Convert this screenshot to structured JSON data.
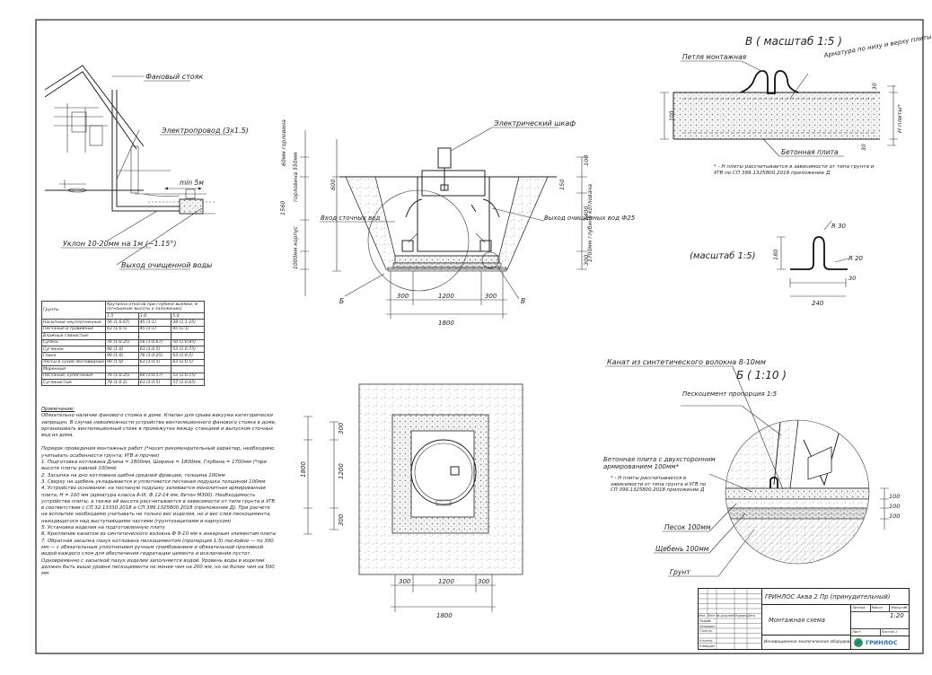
{
  "plan_view": {
    "riser_label": "Фановый стояк",
    "power_label": "Электропровод (3x1.5)",
    "min_label": "min 5м",
    "slope_label": "Уклон 10-20мм на 1м (~1.15°)",
    "outlet_label": "Выход очищенной воды"
  },
  "section": {
    "cabinet_label": "Электрический шкаф",
    "inlet_label": "Вход сточных вод",
    "outlet_label": "Выход очищенных вод Ф25",
    "neck_label": "60мм горловина",
    "neck2_label": "горловина 550мм",
    "body_label": "1000мм корпус",
    "depth_label": "1700мм глубина котлована",
    "dims": {
      "d100": "100",
      "d600": "600",
      "d1560": "1560",
      "d150": "150",
      "d1400": "1400",
      "d300": "300",
      "w300a": "300",
      "w1200": "1200",
      "w300b": "300",
      "w1800": "1800"
    },
    "callout_b": "Б",
    "callout_v": "В"
  },
  "detail_v": {
    "title": "В ( масштаб 1:5 )",
    "loop_label": "Петля монтажная",
    "rebar_label": "Арматура по низу и верху плиты",
    "slab_label": "Бетонная плита",
    "h_label": "Н плиты*",
    "d30a": "30",
    "d100": "100",
    "d30b": "30",
    "note": "* - Н плиты рассчитывается в зависимости от типа грунта и УГВ по СП 399.1325800.2018 приложение Д"
  },
  "loop_detail": {
    "title": "(масштаб 1:5)",
    "r30": "R 30",
    "r20": "R 20",
    "d180": "180",
    "d30": "30",
    "d240": "240"
  },
  "detail_b": {
    "rope_label": "Канат из синтетического волокна 8-10мм",
    "title": "Б ( 1:10 )",
    "sand_cement_label": "Пескоцемент пропорция 1:5",
    "slab_label": "Бетонная плита с двухсторонним армированием 100мм*",
    "note": "* - Н плиты рассчитывается в зависимости от типа грунта и УГВ по СП 399.1325800.2018 приложение Д",
    "sand_label": "Песок 100мм",
    "gravel_label": "Щебень 100мм",
    "soil_label": "Грунт",
    "d100a": "100",
    "d100b": "100",
    "d100c": "100"
  },
  "top_view": {
    "d300a": "300",
    "d1200": "1200",
    "d300b": "300",
    "d1800v": "1800",
    "w300a": "300",
    "w1200": "1200",
    "w300b": "300",
    "w1800": "1800"
  },
  "soil_table": {
    "headers": [
      "Грунты",
      "Крутизна откосов при глубине выемки, м (отношение высоты к заложению)"
    ],
    "subheaders": [
      "1.5",
      "3.0",
      "5.0"
    ],
    "rows": [
      [
        "Насыпные неуплотненные",
        "56 (1:0.67)",
        "45 (1:1)",
        "38 (1:1.25)"
      ],
      [
        "Песчаные и гравийные",
        "63 (1:0.5)",
        "45 (1:1)",
        "45 (1:1)"
      ],
      [
        "Влажные глинистые:",
        "",
        "",
        ""
      ],
      [
        "Супесь",
        "76 (1:0.25)",
        "56 (1:0.67)",
        "50 (1:0.85)"
      ],
      [
        "Суглинок",
        "90 (1:0)",
        "63 (1:0.5)",
        "53 (1:0.75)"
      ],
      [
        "Глина",
        "90 (1:0)",
        "76 (1:0.25)",
        "63 (1:0.5)"
      ],
      [
        "Лессы и сухие лессовидные",
        "90 (1:0)",
        "63 (1:0.5)",
        "63 (1:0.5)"
      ],
      [
        "Моренные:",
        "",
        "",
        ""
      ],
      [
        "Песчаные, супесчаные",
        "76 (1:0.25)",
        "60 (1:0.57)",
        "53 (1:0.75)"
      ],
      [
        "Суглинистые",
        "78 (1:0.2)",
        "63 (1:0.5)",
        "57 (1:0.65)"
      ]
    ]
  },
  "notes": {
    "title": "Примечание:",
    "p1": "Обязательно наличие фанового стояка в доме. Клапан для срыва вакуума категорически запрещен. В случае невозможности устройства вентиляционного фанового стояка в доме, организовать вентиляционный стояк в промежутке между станцией и выпуском сточных вод из дома.",
    "p2": "Порядок проведения монтажных работ (*носит рекомендательный характер, необходимо учитывать особенности грунта, УГВ и прочее)",
    "steps": [
      "1. Подготовка котлована Длина = 1800мм, Ширина = 1800мм, Глубина = 1700мм (*при высоте плиты равной 100мм)",
      "2. Засыпка на дно котлована щебня средней фракции, толщина 100мм",
      "3. Сверху на щебень укладывается и уплотняется песчаная подушка толщиной 100мм",
      "4. Устройство основания: на песчаную подушку заливается монолитная армированная плита, Н = 100 мм (арматура класса A-III, Ф 12-14 мм, бетон М300). Необходимость устройства плиты, а также её высота рассчитывается в зависимости от типа грунта и УГВ в соответствии с СП 32.13330.2018 и СП 399.1325800.2018 (приложение Д). При расчете на всплытие необходимо учитывать не только вес изделия, но и вес слоя пескоцемента, находящегося над выступающими частями (грунтозацепами и карпусом)",
      "5. Установка изделия на подготовленную плиту",
      "6. Крепление канатом из синтетического волокна Ф 8-10 мм к анкерным элементам плиты",
      "7. Обратная засыпка пазух котлована пескоцементом (пропорция 1:5) послойно — по 300 мм — с обязательным уплотнением ручным трамбованием и обязательной проливкой водой каждого слоя для обеспечения гидратации цемента и исключения пустот. Одновременно с засыпкой пазух изделие заполняется водой. Уровень воды в изделии должен быть выше уровня пескоцемента не менее чем на 200 мм, но не более чем на 500 мм"
    ]
  },
  "title_block": {
    "product": "ГРИНЛОС Аква 2 Пр (принудительный)",
    "drawing": "Монтажная схема",
    "company": "Инновационное экологическое оборудование",
    "col_letter": "Литера",
    "col_mass": "Масса",
    "col_scale": "Масштаб",
    "scale": "1:20",
    "sheet": "Лист",
    "sheets": "Листов 1",
    "logo": "ГРИНЛОС",
    "rev_cols": [
      "Изм.",
      "Лист",
      "№ документа",
      "Подпись",
      "Дата"
    ],
    "roles": [
      "Разраб.",
      "Проверил",
      "Т.контр.",
      "",
      "Н.контр.",
      "Утвердил"
    ]
  },
  "colors": {
    "ink": "#222222",
    "logo_green": "#2e9d4a",
    "logo_blue": "#1f6db5"
  }
}
